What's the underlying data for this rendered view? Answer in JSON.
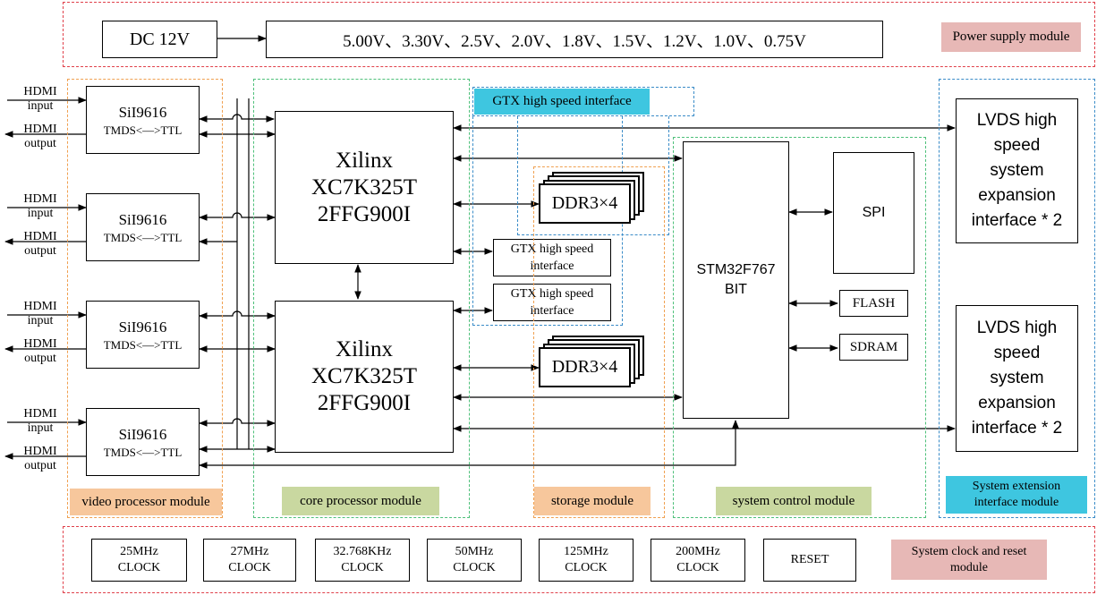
{
  "power": {
    "input": "DC 12V",
    "outputs": "5.00V、3.30V、2.5V、2.0V、1.8V、1.5V、1.2V、1.0V、0.75V",
    "label": "Power supply module"
  },
  "video": {
    "input_label": "HDMI\ninput",
    "output_label": "HDMI\noutput",
    "chip_name": "SiI9616",
    "chip_sub": "TMDS<—>TTL",
    "label": "video processor module"
  },
  "core": {
    "fpga_text": "Xilinx\nXC7K325T\n2FFG900I",
    "label": "core processor module"
  },
  "gtx": {
    "header": "GTX high speed interface",
    "small": "GTX high speed\ninterface"
  },
  "storage": {
    "ddr": "DDR3×4",
    "label": "storage module"
  },
  "control": {
    "mcu": "STM32F767\nBIT",
    "spi": "SPI",
    "flash": "FLASH",
    "sdram": "SDRAM",
    "label": "system control module"
  },
  "extension": {
    "lvds": "LVDS high\nspeed\nsystem\nexpansion\ninterface * 2",
    "label": "System extension\ninterface module"
  },
  "clock": {
    "items": [
      "25MHz\nCLOCK",
      "27MHz\nCLOCK",
      "32.768KHz\nCLOCK",
      "50MHz\nCLOCK",
      "125MHz\nCLOCK",
      "200MHz\nCLOCK",
      "RESET"
    ],
    "label": "System clock and reset\nmodule"
  },
  "colors": {
    "power_clock_border": "#e0404a",
    "video_storage_border": "#f0a050",
    "core_control_border": "#4ec07a",
    "gtx_extension_border": "#3a8cc8",
    "pink_tag": "#e7b8b6",
    "orange_tag": "#f7c79c",
    "green_tag": "#c9d8a0",
    "cyan_tag": "#3ec6e0"
  }
}
